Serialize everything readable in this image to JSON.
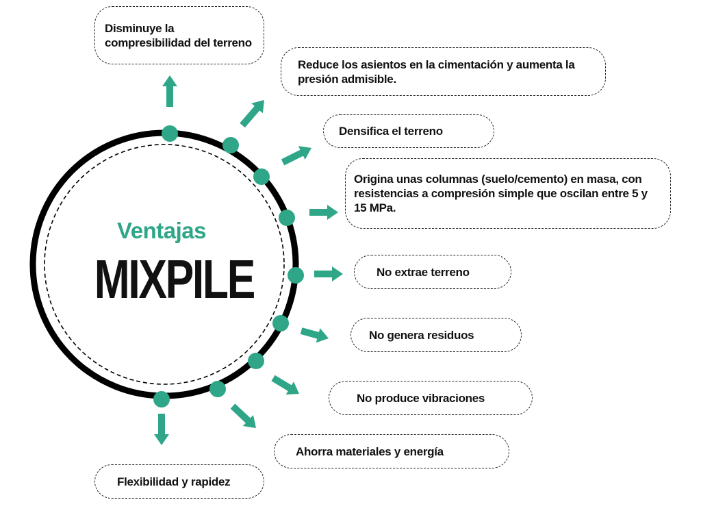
{
  "colors": {
    "accent": "#2ea687",
    "ring": "#000000",
    "text": "#111111"
  },
  "center": {
    "subtitle": "Ventajas",
    "title": "MIXPILE"
  },
  "advantages": [
    "Disminuye la compresibilidad del terreno",
    "Reduce los asientos en la cimentación y aumenta la presión admisible.",
    "Densifica el terreno",
    "Origina unas columnas (suelo/cemento) en masa, con resistencias a compresión simple que oscilan entre 5 y 15 MPa.",
    "No extrae terreno",
    "No genera residuos",
    "No produce vibraciones",
    "Ahorra materiales y energía",
    "Flexibilidad y rapidez"
  ]
}
